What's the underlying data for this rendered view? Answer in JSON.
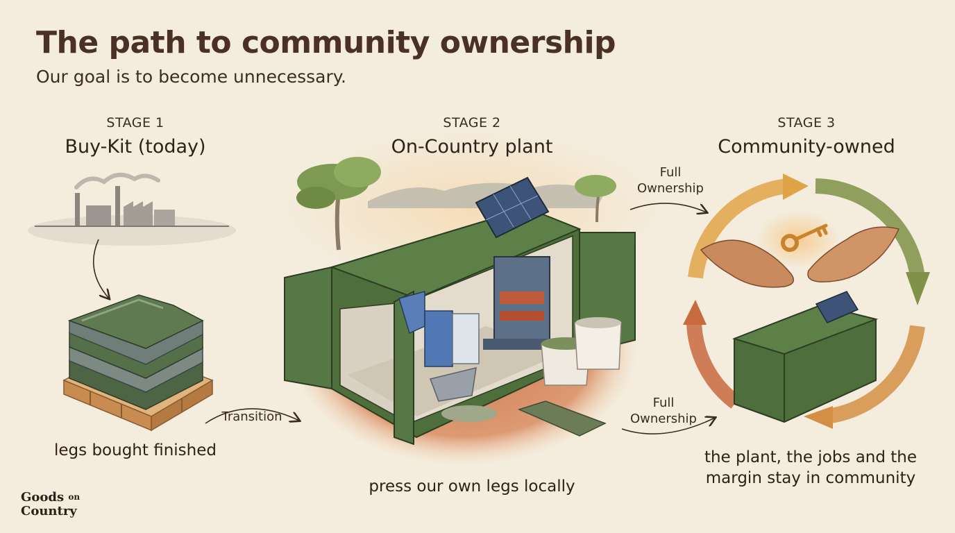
{
  "header": {
    "title": "The path to community ownership",
    "subtitle": "Our goal is to become unnecessary."
  },
  "stages": [
    {
      "number": "STAGE 1",
      "name": "Buy-Kit (today)",
      "caption": "legs bought finished"
    },
    {
      "number": "STAGE 2",
      "name": "On-Country plant",
      "caption": "press our own legs locally"
    },
    {
      "number": "STAGE 3",
      "name": "Community-owned",
      "caption_line1": "the plant, the jobs and the",
      "caption_line2": "margin stay in community"
    }
  ],
  "arrows": {
    "transition": "Transition",
    "ownership_top_line1": "Full",
    "ownership_top_line2": "Ownership",
    "ownership_bottom_line1": "Full",
    "ownership_bottom_line2": "Ownership"
  },
  "logo": {
    "line1_a": "Goods",
    "line1_b": "on",
    "line2": "Country"
  },
  "colors": {
    "background": "#f4ecdc",
    "container_green": "#4e6e3c",
    "earth_red": "#c8744a",
    "pallet_wood": "#d9a86a",
    "cycle_orange": "#d9904a",
    "cycle_green": "#6f8a45"
  },
  "icons": [
    "factory-icon",
    "leg-stack-icon",
    "pallet-icon",
    "shipping-container-icon",
    "solar-panel-icon",
    "press-machine-icon",
    "shredder-icon",
    "bulk-bag-icon",
    "eucalyptus-tree-icon",
    "hands-icon",
    "key-icon",
    "cycle-arrows-icon"
  ]
}
